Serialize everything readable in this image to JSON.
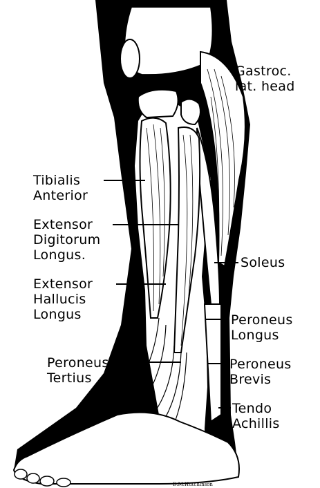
{
  "labels": {
    "gastroc_1": "Gastroc.",
    "gastroc_2": "lat. head",
    "tibialis_1": "Tibialis",
    "tibialis_2": "Anterior",
    "edl_1": "Extensor",
    "edl_2": "Digitorum",
    "edl_3": "Longus.",
    "ehl_1": "Extensor",
    "ehl_2": "Hallucis",
    "ehl_3": "Longus",
    "soleus": "Soleus",
    "pl_1": "Peroneus",
    "pl_2": "Longus",
    "pt_1": "Peroneus",
    "pt_2": "Tertius",
    "pb_1": "Peroneus",
    "pb_2": "Brevis",
    "ta_1": "Tendo",
    "ta_2": "Achillis"
  },
  "signature": "D.M.Hutchinson",
  "colors": {
    "ink": "#000000",
    "paper": "#ffffff"
  }
}
